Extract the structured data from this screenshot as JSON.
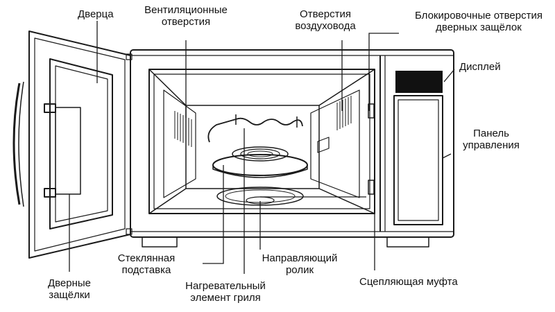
{
  "labels": {
    "door": "Дверца",
    "vent_line1": "Вентиляционные",
    "vent_line2": "отверстия",
    "duct_line1": "Отверстия",
    "duct_line2": "воздуховода",
    "interlock_line1": "Блокировочные отверстия",
    "interlock_line2": "дверных защёлок",
    "display": "Дисплей",
    "panel_line1": "Панель",
    "panel_line2": "управления",
    "glass_line1": "Стеклянная",
    "glass_line2": "подставка",
    "roller_line1": "Направляющий",
    "roller_line2": "ролик",
    "grill_line1": "Нагревательный",
    "grill_line2": "элемент гриля",
    "latches_line1": "Дверные",
    "latches_line2": "защёлки",
    "coupling": "Сцепляющая муфта"
  },
  "colors": {
    "line": "#1a1a1a",
    "display": "#111111",
    "background": "#ffffff"
  }
}
